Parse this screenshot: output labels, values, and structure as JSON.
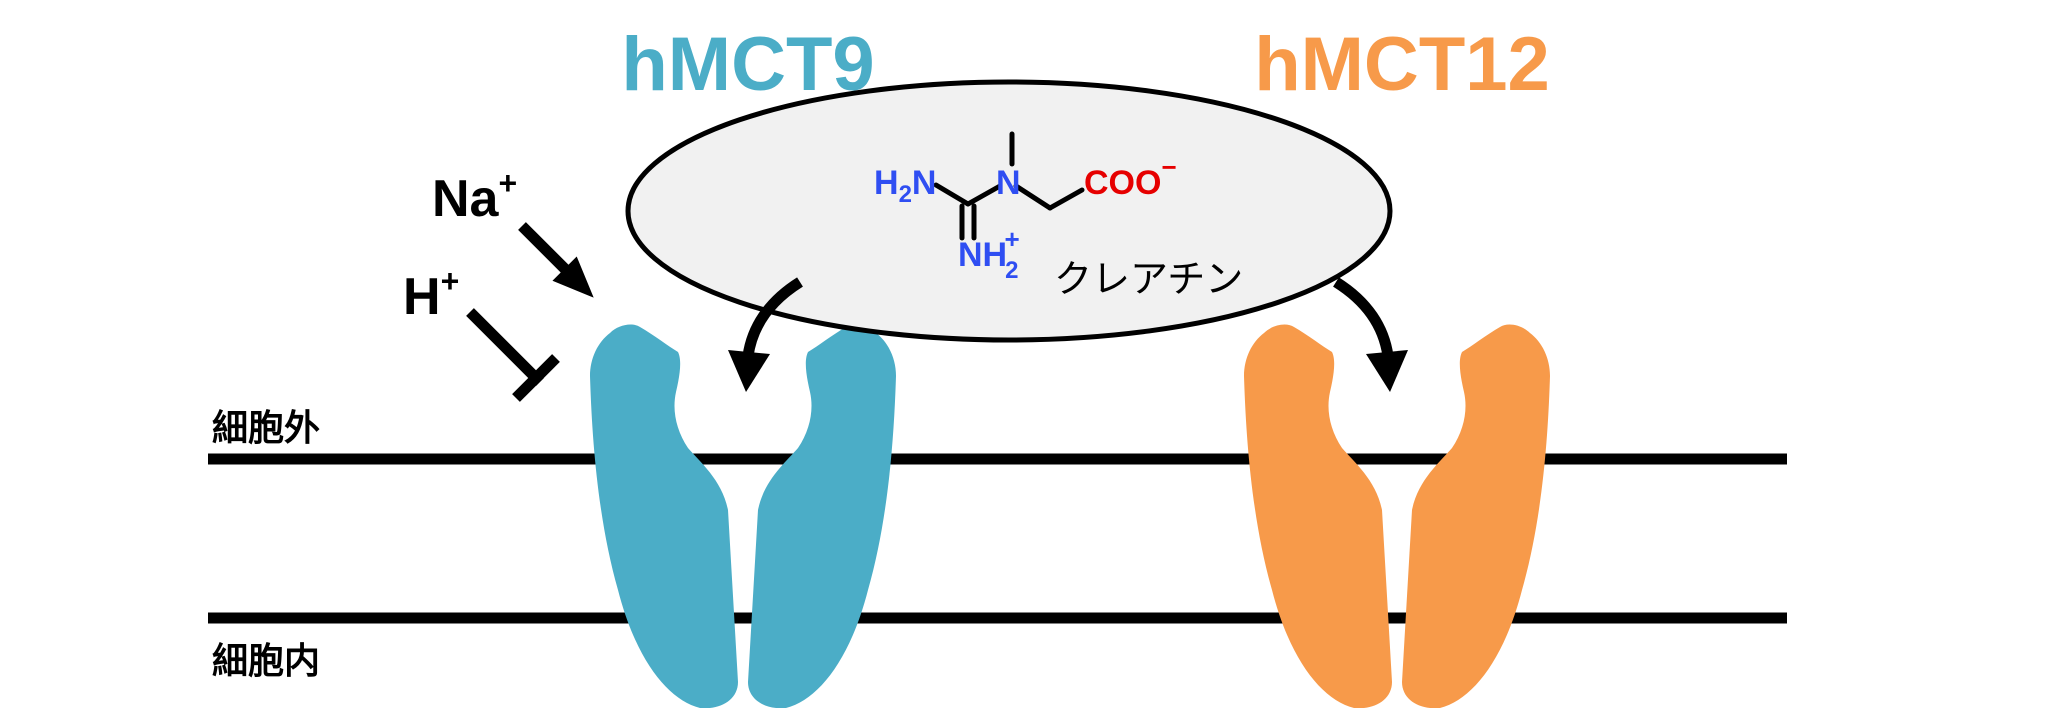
{
  "transporters": {
    "left": {
      "name": "hMCT9",
      "color": "#4badc7"
    },
    "right": {
      "name": "hMCT12",
      "color": "#f79a4a"
    }
  },
  "ions": {
    "sodium": {
      "base": "Na",
      "charge": "+",
      "effect": "activates"
    },
    "proton": {
      "base": "H",
      "charge": "+",
      "effect": "inhibits"
    }
  },
  "membrane": {
    "outside_label": "細胞外",
    "inside_label": "細胞内"
  },
  "substrate": {
    "name": "クレアチン",
    "structure": {
      "amine_H": "H",
      "amine_sub": "2",
      "amine_N": "N",
      "backbone_N": "N",
      "imine_NH": "NH",
      "imine_sub": "2",
      "imine_charge": "+",
      "carboxylate": "COO",
      "carboxylate_charge": "−"
    },
    "colors": {
      "nitrogen": "#2f4ef2",
      "oxygen": "#e60000",
      "bubble_fill": "#f1f1f1"
    }
  }
}
